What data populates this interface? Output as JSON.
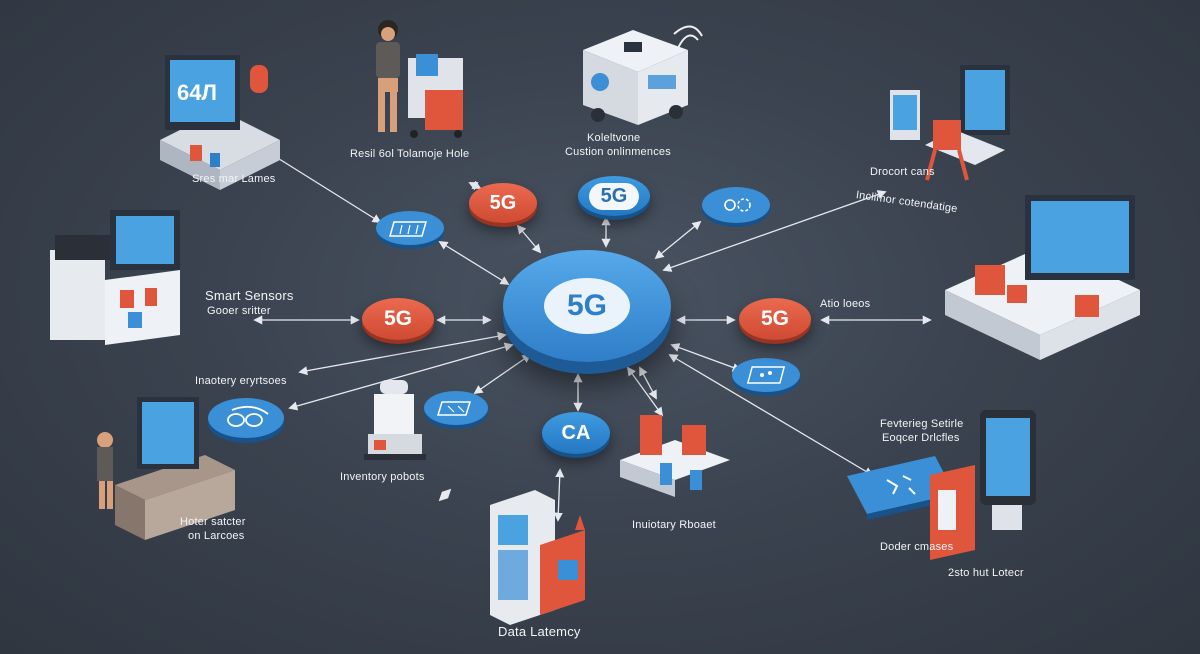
{
  "hub": {
    "label": "5G"
  },
  "badges": {
    "top_left": "5G",
    "top_center": "5G",
    "left": "5G",
    "right": "5G",
    "bottom": "CA"
  },
  "labels": {
    "retail_kiosk": "Sres mar Lames",
    "retail_worker": "Resil 6ol Tolamoje Hole",
    "robot_top": "Koleltvone",
    "robot_top_sub": "Custion onlinmences",
    "top_right": "Drocort cans",
    "top_right_sub": "Inclimor cotendatige",
    "smart_sensors": "Smart Sensors",
    "smart_sensors_sub": "Gooer sritter",
    "right_station": "Atio loeos",
    "inventory_systems": "Inaotery eryrtsoes",
    "inventory_robots": "Inventory pobots",
    "inventory_robot_bottom": "Inuiotary Rboaet",
    "bottom_left": "Hoter satcter",
    "bottom_left_sub": "on Larcoes",
    "right_bottom": "Fevterieg Setirle",
    "right_bottom_sub": "Eoqcer Drlcfles",
    "right_bottom_2": "Doder cmases",
    "right_bottom_3": "2sto hut Lotecr",
    "bottom": "Data Latemcy"
  },
  "colors": {
    "background": "#3b4350",
    "accent_blue": "#2f7ec8",
    "accent_red": "#d9533b",
    "label_text": "#f2f4f7"
  }
}
